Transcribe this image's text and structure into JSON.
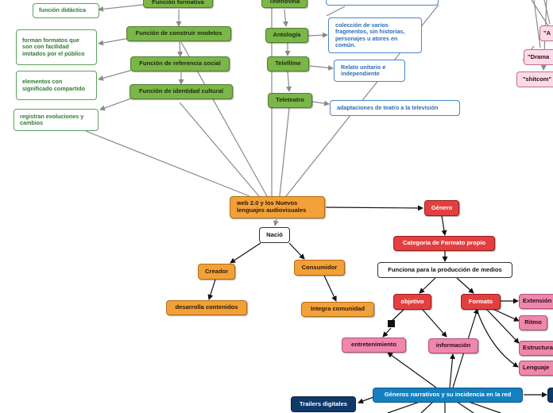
{
  "nodes": {
    "funcion_formativa": "Función formativa",
    "funcion_construir_modelos": "Función de construir modelos",
    "funcion_referencia_social": "Función de referencia social",
    "funcion_identidad_cultural": "Función de identidad cultural",
    "funcion_didactica": "función didáctica",
    "formatos_facilidad": "forman formatos que son con facilidad imitados por el público",
    "elementos_significado": "elementos con significado compartido",
    "registran_evoluciones": "registran evoluciones y cambios",
    "telenovela": "Telenovela",
    "antologia": "Antología",
    "telefilme": "Telefilme",
    "teleteatro": "Teleteatro",
    "coleccion_fragmentos": "colección de varios fragmentos, sin historias, personajes u atores en común.",
    "relato_unitario": "Relato unitario e independiente",
    "adaptaciones_teatro": "adaptaciones de teatro a la televisión",
    "web20": "web 2.0 y los Nuevos lenguajes audiovisuales",
    "nacio": "Nació",
    "creador": "Creador",
    "consumidor": "Consumidor",
    "desarrolla_contenidos": "desarrolla contenidos",
    "integra_comunidad": "Integra comunidad",
    "genero": "Género",
    "categoria_formato": "Categoría de Formato propio",
    "funciona_produccion": "Funciona para la producción de medios",
    "objetivo": "objetivo",
    "formato": "Formato",
    "entretenimiento": "entretenimiento",
    "informacion": "información",
    "extension": "Extensión",
    "ritmo": "Ritmo",
    "estructura": "Estructura",
    "lenguaje": "Lenguaje",
    "drama_partial": "\"Drama",
    "shitcom_partial": "\"shitcom\"",
    "a_partial": "\"A",
    "generos_narrativos": "Géneros narrativos y su incidencia en la red",
    "trailers_digitales": "Trailers digitales"
  },
  "colors": {
    "green": "#7ab648",
    "orange": "#f2a03a",
    "red": "#e24040",
    "pink": "#ef87ad",
    "navy": "#10396b",
    "blue": "#1480bf",
    "edge": "#8a8a8a"
  }
}
